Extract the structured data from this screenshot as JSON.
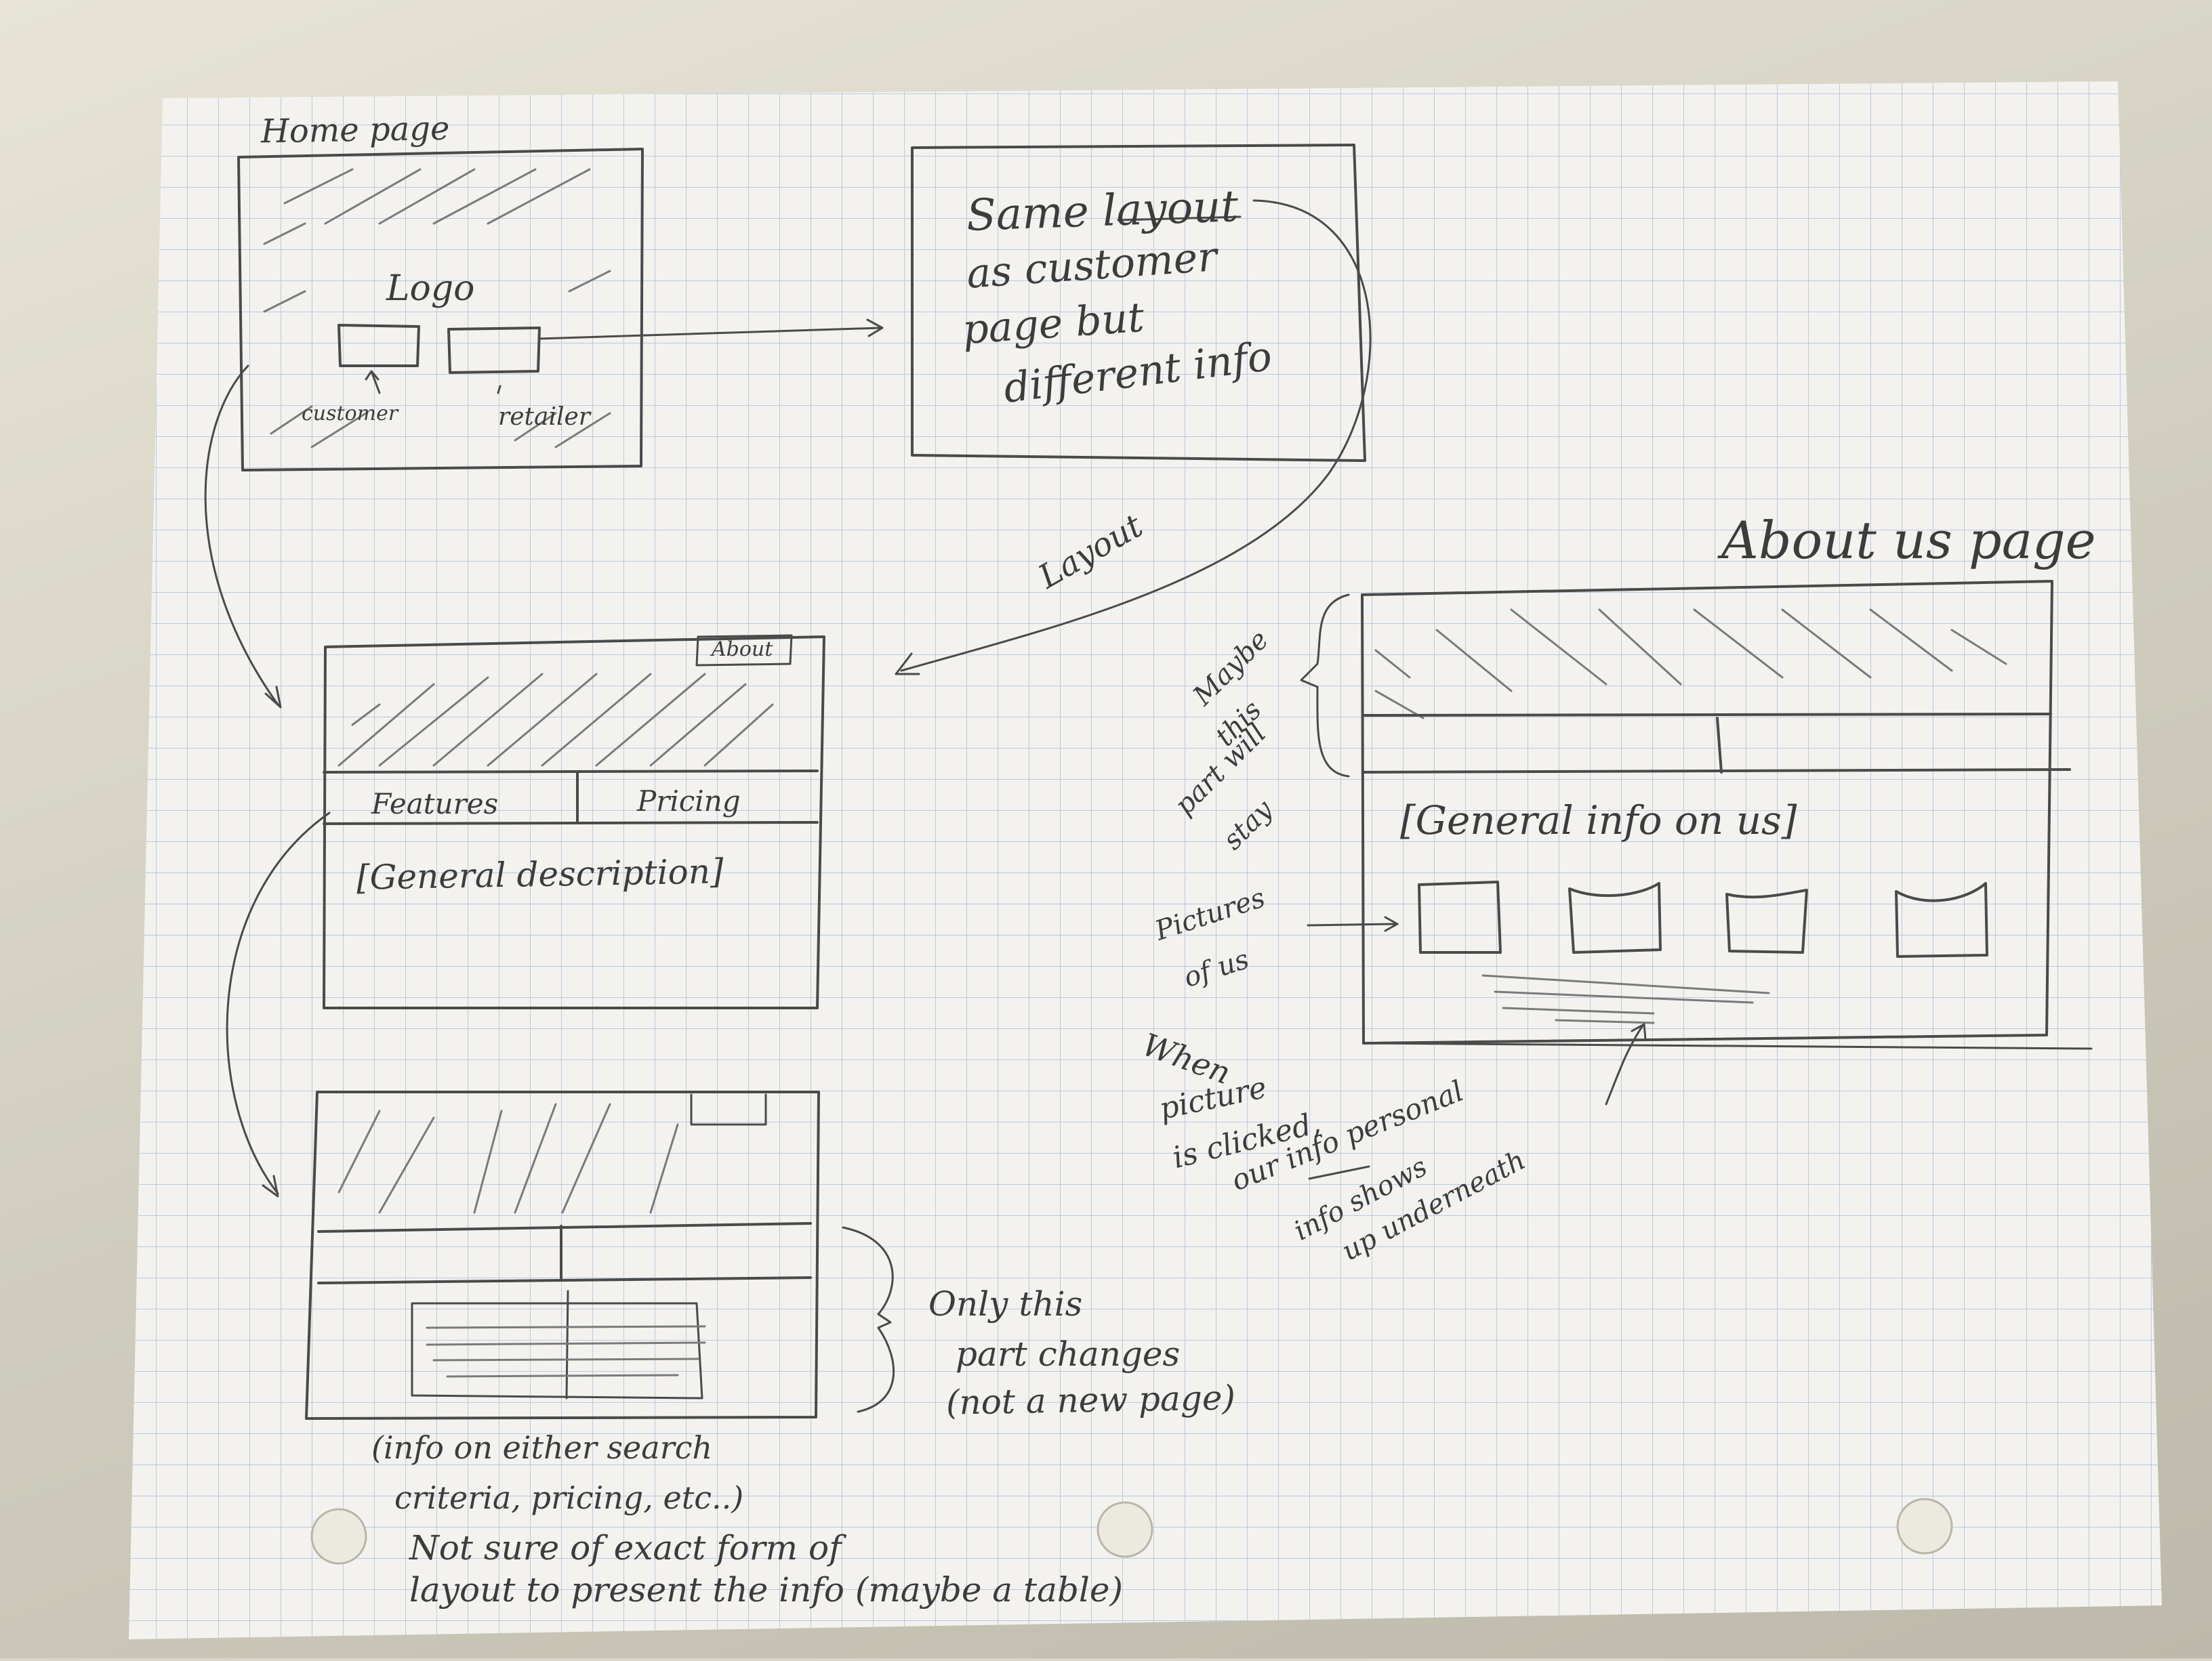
{
  "sheet_title": "Website wireframe sketch",
  "home": {
    "title": "Home page",
    "logo": "Logo",
    "customer_label": "customer",
    "retailer_label": "retailer"
  },
  "retailer": {
    "line1": "Same layout",
    "line2": "as customer",
    "line3": "page but",
    "line4": "different info",
    "arrow_label": "Layout"
  },
  "customer_page": {
    "about_button": "About",
    "tab_features": "Features",
    "tab_pricing": "Pricing",
    "body_text": "[General description]"
  },
  "table_page": {
    "note1": "Only this",
    "note2": "part changes",
    "note3": "(not a new page)",
    "caption1": "(info on either search",
    "caption2": "criteria, pricing, etc..)",
    "caption3": "Not sure of exact form of",
    "caption4": "layout to present the info (maybe a table)"
  },
  "about": {
    "title": "About us page",
    "side1": "Maybe",
    "side2": "this",
    "side3": "part will",
    "side4": "stay",
    "body_text": "[General info on us]",
    "pics1": "Pictures",
    "pics2": "of us",
    "click1": "When",
    "click2": "picture",
    "click3": "is clicked,",
    "click4": "our info personal",
    "click5": "info shows",
    "click6": "up underneath"
  },
  "colors": {
    "paper": "#f3f2ee",
    "grid": "#b9c9e3",
    "pencil": "#4a4a4a"
  }
}
